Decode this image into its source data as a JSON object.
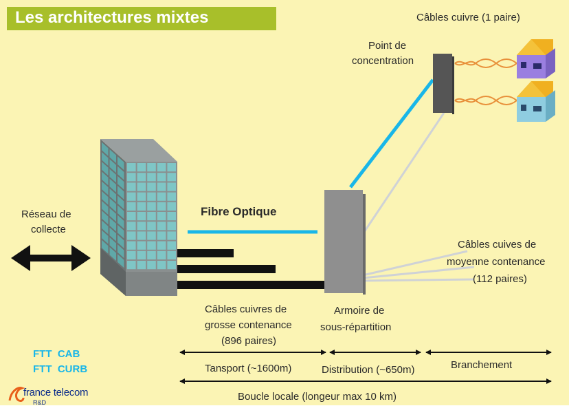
{
  "title": "Les architectures mixtes",
  "labels": {
    "cables_cuivre_1paire": "Câbles cuivre  (1 paire)",
    "point_concentration_1": "Point de",
    "point_concentration_2": "concentration",
    "reseau_collecte_1": "Réseau de",
    "reseau_collecte_2": "collecte",
    "fibre_optique": "Fibre Optique",
    "cables_moyenne_1": "Câbles cuives de",
    "cables_moyenne_2": "moyenne contenance",
    "cables_moyenne_3": "(112 paires)",
    "cables_grosse_1": "Câbles cuivres de",
    "cables_grosse_2": "grosse contenance",
    "cables_grosse_3": "(896 paires)",
    "armoire_1": "Armoire de",
    "armoire_2": "sous-répartition",
    "transport": "Tansport (~1600m)",
    "distribution": "Distribution (~650m)",
    "branchement": "Branchement",
    "boucle_locale": "Boucle locale (longeur max 10 km)",
    "ftt_cab": "FTT  CAB",
    "ftt_curb": "FTT  CURB",
    "logo": "france telecom",
    "logo_sub": "R&D"
  },
  "colors": {
    "background": "#fbf4b4",
    "title_bar": "#a8bf2a",
    "fibre": "#19b6e8",
    "copper": "#e8903a",
    "cabinet": "#8f8f8f",
    "concentration_point": "#555555",
    "building_window": "#7fc6c6",
    "house_roof": "#f0b020",
    "house_wall_1": "#9a7fe0",
    "house_wall_2": "#8fcde0",
    "logo_blue": "#0a2a8a",
    "logo_orange": "#e8601a"
  },
  "icons": [
    "building-icon",
    "house-icon",
    "house-icon",
    "double-arrow-icon",
    "france-telecom-logo-icon"
  ]
}
